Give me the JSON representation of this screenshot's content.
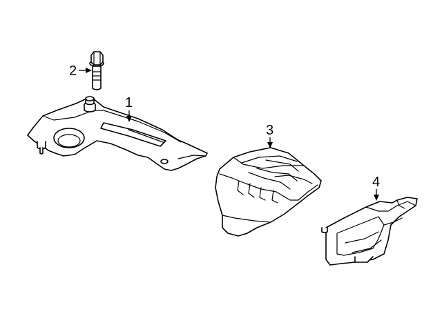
{
  "callouts": [
    {
      "id": "1",
      "label": "1"
    },
    {
      "id": "2",
      "label": "2"
    },
    {
      "id": "3",
      "label": "3"
    },
    {
      "id": "4",
      "label": "4"
    }
  ],
  "colors": {
    "background": "#ffffff",
    "line": "#000000"
  }
}
